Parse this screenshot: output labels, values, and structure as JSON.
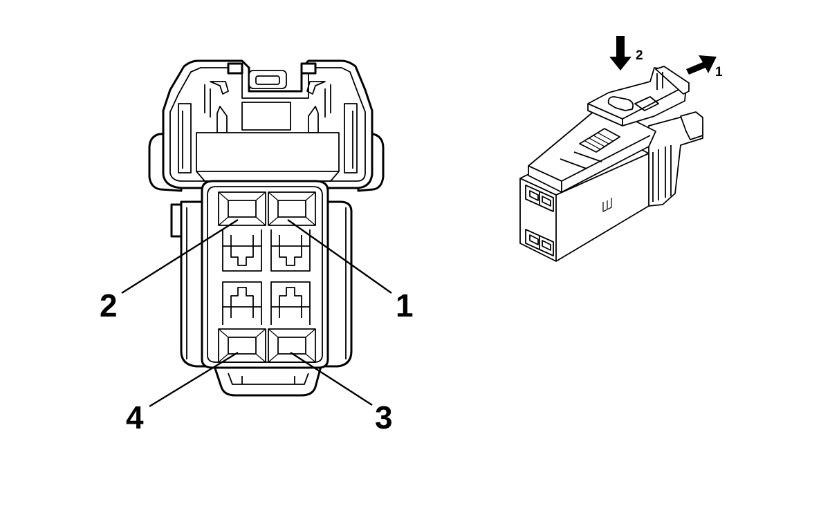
{
  "front_view": {
    "pin_labels": [
      "1",
      "2",
      "3",
      "4"
    ]
  },
  "release_steps": {
    "labels": [
      "1",
      "2"
    ]
  }
}
